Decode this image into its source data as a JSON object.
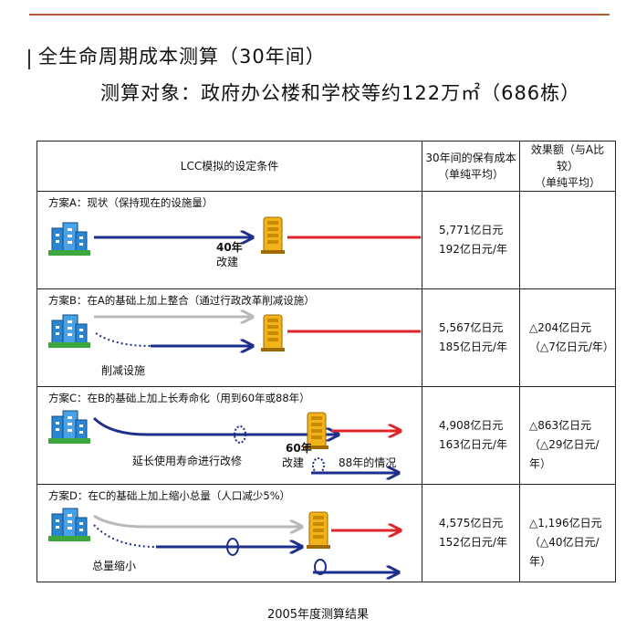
{
  "title_line1": "全生命周期成本测算（30年间）",
  "title_line2": "测算对象：政府办公楼和学校等约122万㎡（686栋）",
  "table": {
    "header_conditions": "LCC模拟的设定条件",
    "header_cost_l1": "30年间的保有成本",
    "header_cost_l2": "（单纯平均）",
    "header_effect_l1": "效果额（与A比较）",
    "header_effect_l2": "（单纯平均）"
  },
  "plans": [
    {
      "label": "方案A：现状（保持现在的设施量）",
      "cost_total": "5,771亿日元",
      "cost_year": "192亿日元/年",
      "effect_total": "",
      "effect_year": "",
      "notes": [
        "40年",
        "改建"
      ]
    },
    {
      "label": "方案B：在A的基础上加上整合（通过行政改革削减设施）",
      "cost_total": "5,567亿日元",
      "cost_year": "185亿日元/年",
      "effect_total": "△204亿日元",
      "effect_year": "（△7亿日元/年）",
      "notes": [
        "削减设施"
      ]
    },
    {
      "label": "方案C：在B的基础上加上长寿命化（用到60年或88年）",
      "cost_total": "4,908亿日元",
      "cost_year": "163亿日元/年",
      "effect_total": "△863亿日元",
      "effect_year": "（△29亿日元/年）",
      "notes": [
        "延长使用寿命进行改修",
        "60年",
        "改建",
        "88年的情况"
      ]
    },
    {
      "label": "方案D：在C的基础上加上缩小总量（人口减少5%）",
      "cost_total": "4,575亿日元",
      "cost_year": "152亿日元/年",
      "effect_total": "△1,196亿日元",
      "effect_year": "（△40亿日元/年）",
      "notes": [
        "总量缩小"
      ]
    }
  ],
  "caption": "2005年度测算结果",
  "colors": {
    "arrow_blue": "#1d2f8c",
    "arrow_red": "#e0242c",
    "arrow_gray": "#b8b8b8",
    "building": "#2a86d0",
    "tower": "#f2b21a",
    "accent_line": "#b55a2a"
  },
  "icons": [
    "buildings-icon",
    "building-tower-icon"
  ]
}
